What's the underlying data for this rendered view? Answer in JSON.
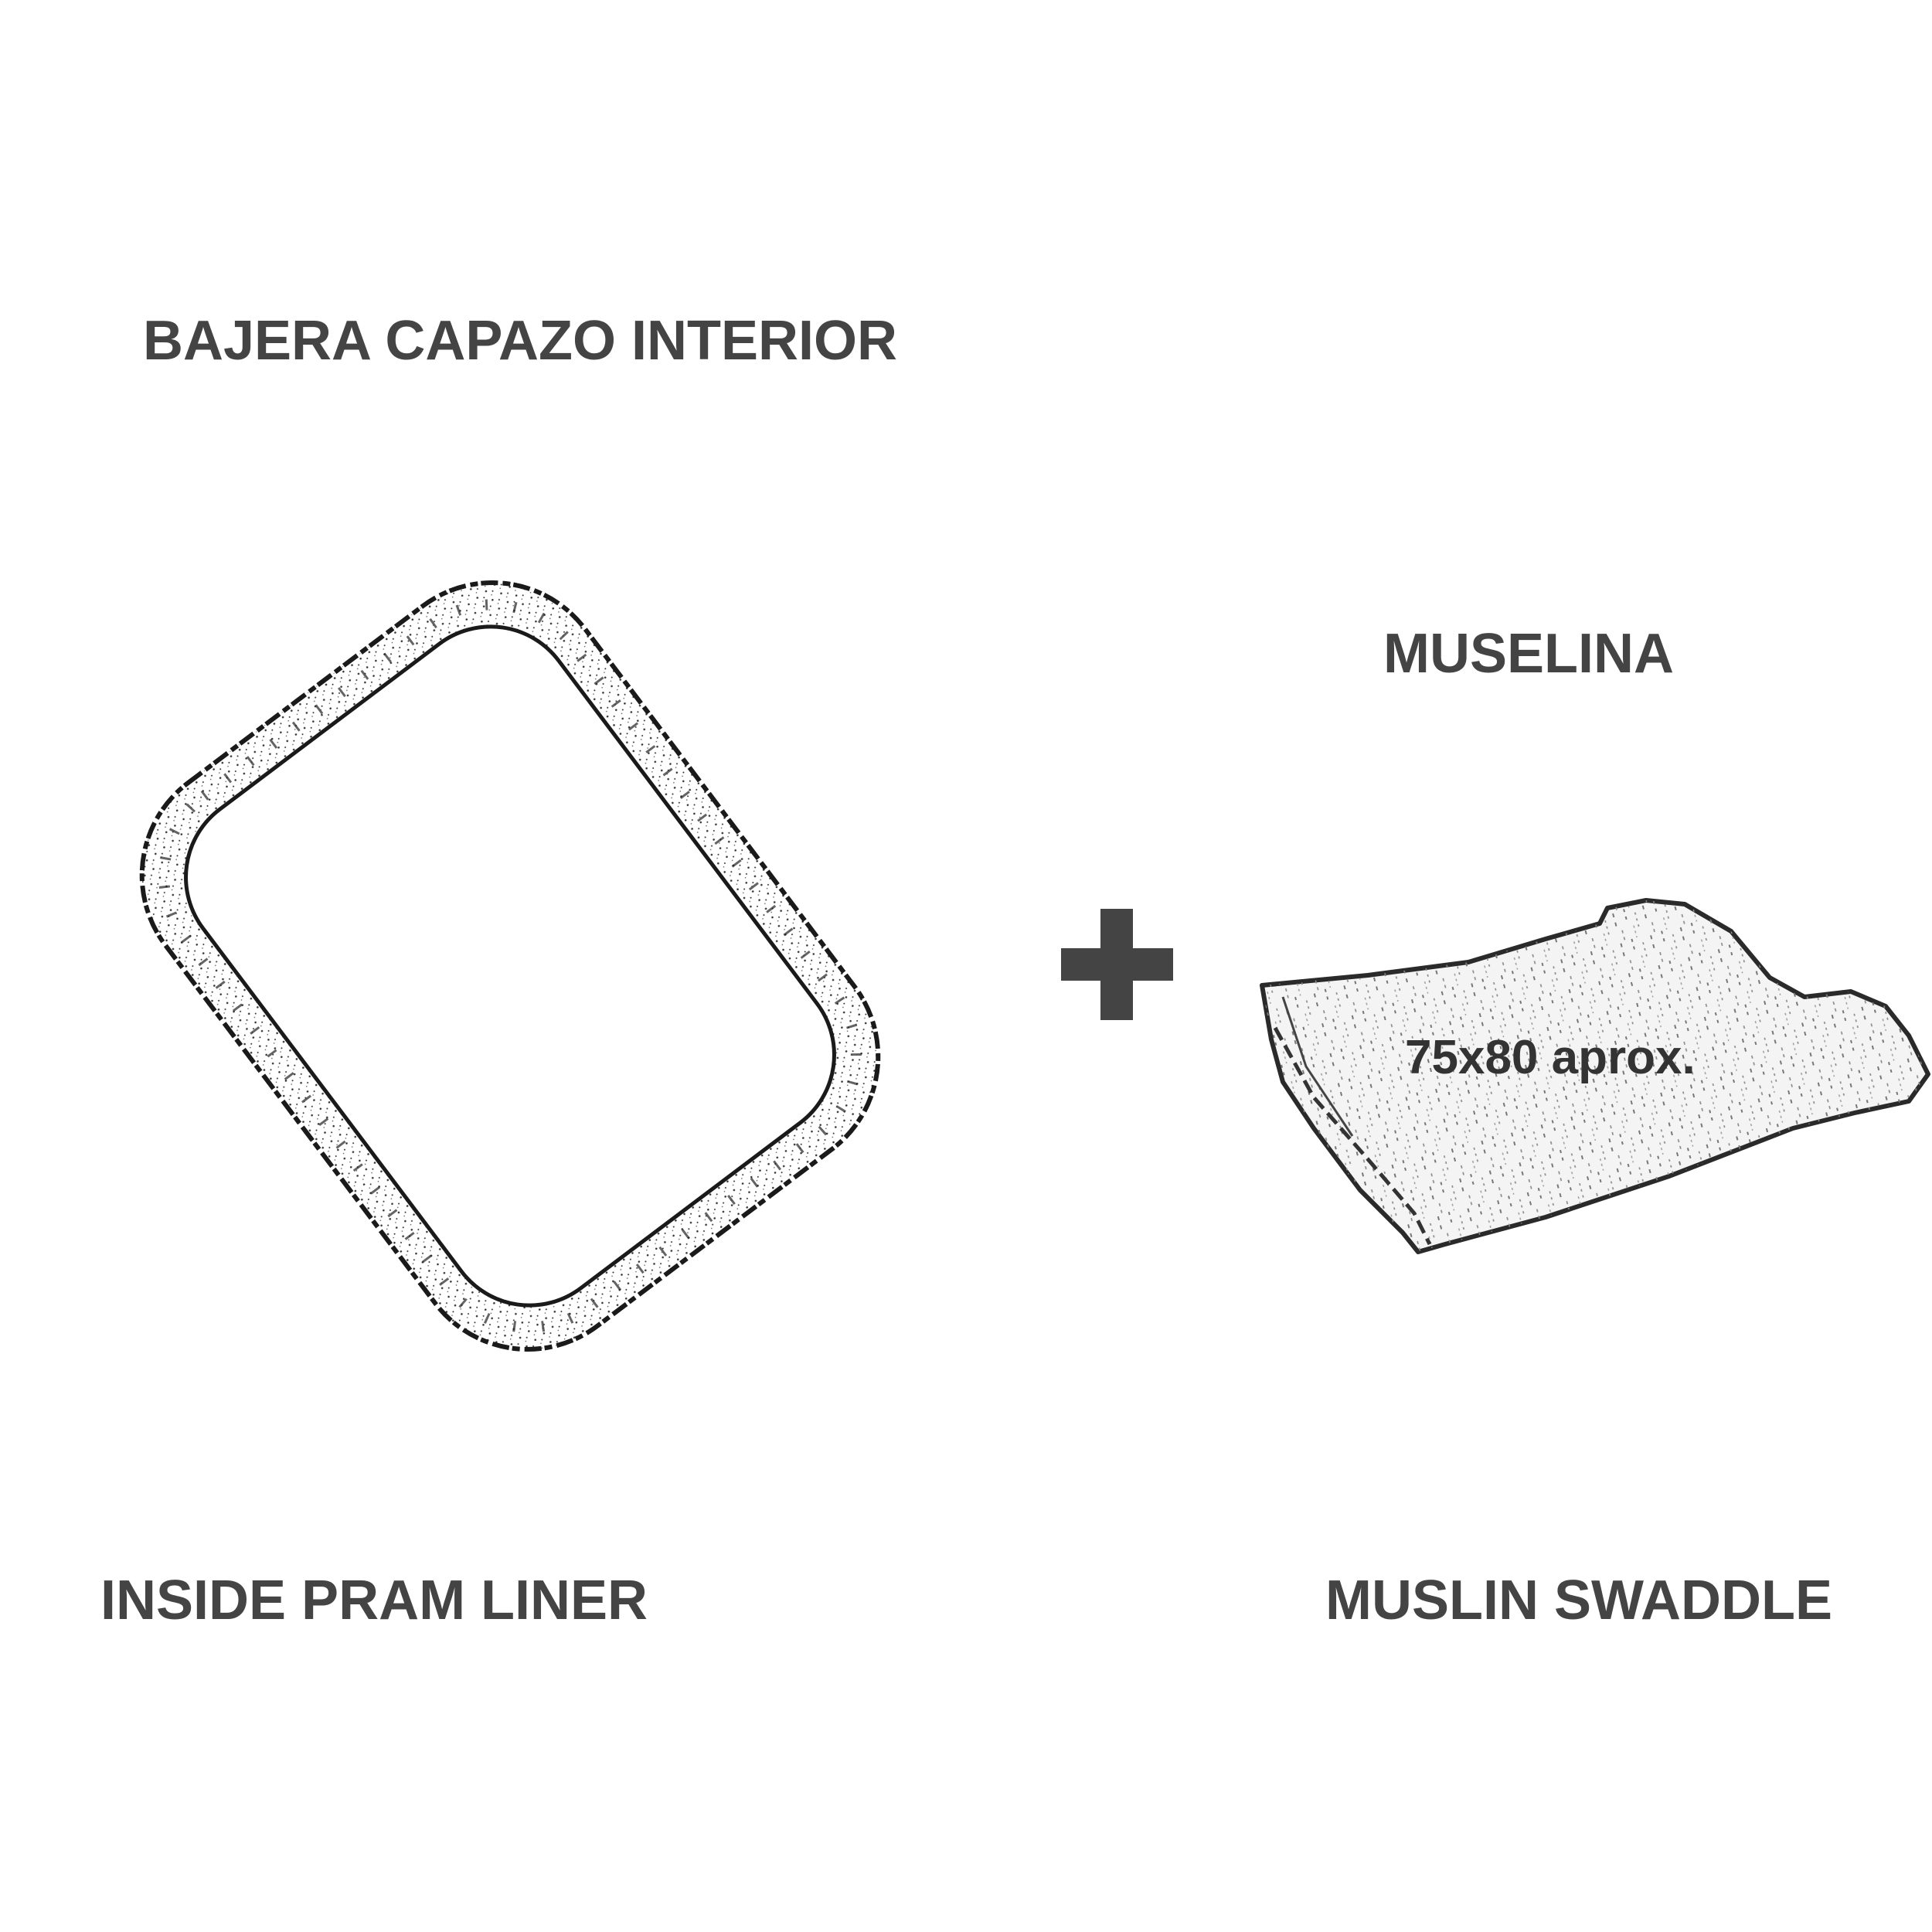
{
  "liner": {
    "title_es": "BAJERA CAPAZO INTERIOR",
    "title_en": "INSIDE PRAM LINER"
  },
  "muslin": {
    "title_es": "MUSELINA",
    "title_en": "MUSLIN SWADDLE",
    "size": "75x80 aprox."
  },
  "plus_icon": "plus-icon",
  "colors": {
    "text": "#444444",
    "plus": "#444444",
    "line": "#222222"
  }
}
